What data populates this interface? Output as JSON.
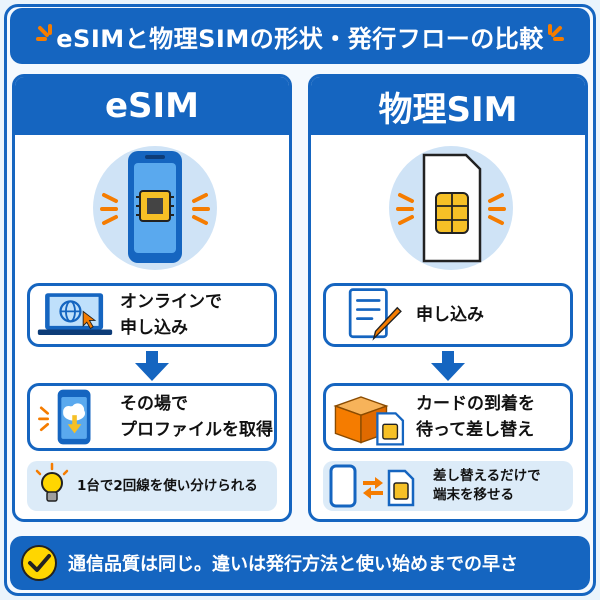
{
  "header": {
    "title": "eSIMと物理SIMの形状・発行フローの比較"
  },
  "esim": {
    "heading": "eSIM",
    "step1": {
      "line1": "オンラインで",
      "line2": "申し込み"
    },
    "step2": {
      "line1": "その場で",
      "line2": "プロファイルを取得"
    },
    "note": "1台で2回線を使い分けられる"
  },
  "physical": {
    "heading": "物理SIM",
    "step1": {
      "line1": "申し込み"
    },
    "step2": {
      "line1": "カードの到着を",
      "line2": "待って差し替え"
    },
    "note": {
      "line1": "差し替えるだけで",
      "line2": "端末を移せる"
    }
  },
  "footer": {
    "text": "通信品質は同じ。違いは発行方法と使い始めまでの早さ"
  },
  "colors": {
    "primary": "#1565c0",
    "accent": "#f57c00",
    "chip_gold": "#f6c026",
    "light_blue": "#dcebf8",
    "check_yellow": "#ffd600"
  },
  "icons": {
    "title": "sparkle-icon",
    "esim_hero": "smartphone-chip-icon",
    "esim_step1": "laptop-globe-icon",
    "esim_step2": "phone-cloud-download-icon",
    "esim_note": "lightbulb-icon",
    "physical_hero": "sim-card-icon",
    "physical_step1": "document-pencil-icon",
    "physical_step2": "package-sim-icon",
    "physical_note": "phone-swap-sim-icon",
    "footer": "checkmark-icon"
  }
}
